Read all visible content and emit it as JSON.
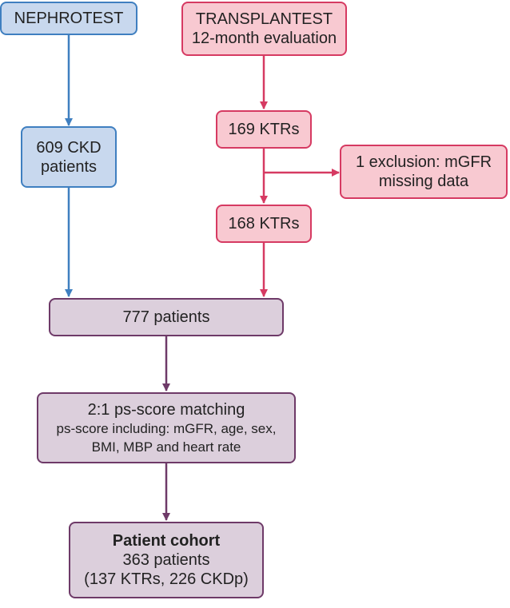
{
  "boxes": {
    "nephrotest": {
      "line1": "NEPHROTEST"
    },
    "transplantest": {
      "line1": "TRANSPLANTEST",
      "line2": "12-month evaluation"
    },
    "ckd": {
      "line1": "609 CKD",
      "line2": "patients"
    },
    "ktr169": {
      "line1": "169 KTRs"
    },
    "exclusion": {
      "line1": "1 exclusion: mGFR",
      "line2": "missing data"
    },
    "ktr168": {
      "line1": "168 KTRs"
    },
    "total": {
      "line1": "777 patients"
    },
    "matching": {
      "line1": "2:1 ps-score matching",
      "line2": "ps-score including: mGFR, age, sex,",
      "line3": "BMI, MBP and heart rate"
    },
    "cohort": {
      "line1": "Patient cohort",
      "line2": "363 patients",
      "line3": "(137 KTRs, 226 CKDp)"
    }
  },
  "colors": {
    "blue": "#3f7fc0",
    "red": "#d63a62",
    "purple": "#6e3a68"
  }
}
